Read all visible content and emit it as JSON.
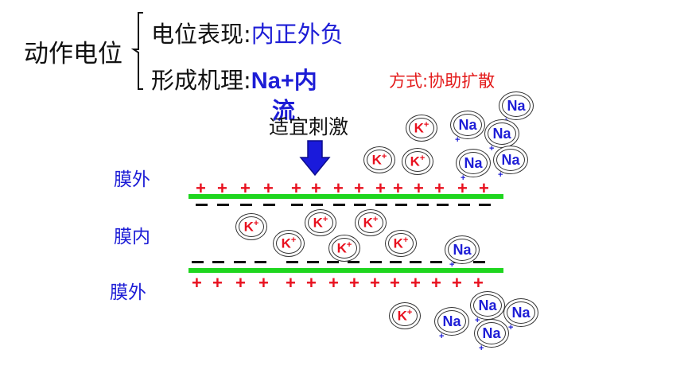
{
  "heading": "动作电位",
  "line1": {
    "label": "电位表现:",
    "value": "内正外负"
  },
  "line2": {
    "label": "形成机理:",
    "value_part1": "Na+内",
    "value_part2": "流"
  },
  "method": "方式:协助扩散",
  "stimulus": "适宜刺激",
  "regions": {
    "outside_top": "膜外",
    "inside": "膜内",
    "outside_bottom": "膜外"
  },
  "ions": {
    "k": "K",
    "k_charge": "+",
    "na": "Na",
    "na_charge": "+"
  },
  "colors": {
    "membrane": "#1ed61e",
    "positive": "#e8101e",
    "blue_text": "#1d1dd6",
    "arrow": "#1a1adb"
  }
}
